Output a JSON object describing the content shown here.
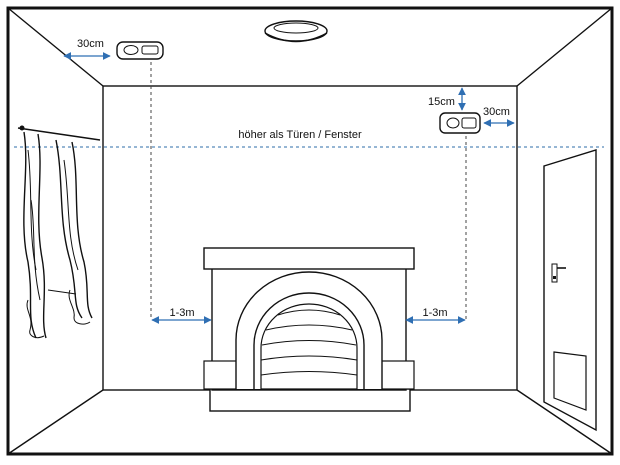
{
  "labels": {
    "ceiling_wall_distance": "30cm",
    "wall_ceiling_distance": "15cm",
    "wall_corner_distance": "30cm",
    "height_note": "höher als Türen / Fenster",
    "fireplace_left_distance": "1-3m",
    "fireplace_right_distance": "1-3m"
  },
  "colors": {
    "lines": "#111111",
    "dimension_arrows": "#2f6fb3",
    "guide_line": "#2d6ea8",
    "background": "#ffffff"
  },
  "icons": {
    "ceiling_detector": "smoke-detector-icon",
    "wall_detector": "smoke-detector-icon",
    "ceiling_lamp": "ceiling-lamp-icon"
  }
}
